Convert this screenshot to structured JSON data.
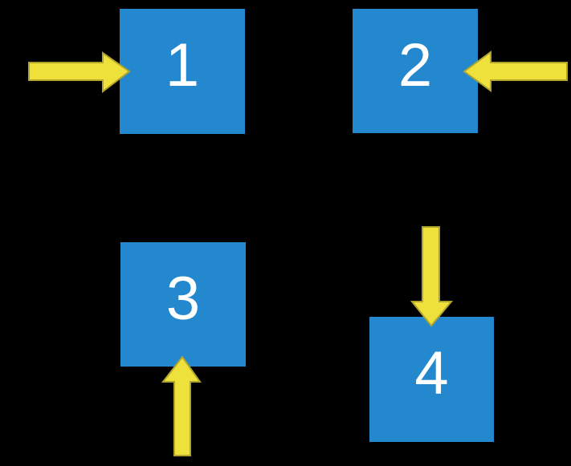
{
  "background_color": "#000000",
  "colors": {
    "box_fill": "#2388CE",
    "box_text": "#FFFFFF",
    "arrow_fill": "#EFE13C",
    "arrow_stroke": "#B2A52C"
  },
  "boxes": [
    {
      "label": "1",
      "arrow_direction": "right"
    },
    {
      "label": "2",
      "arrow_direction": "left"
    },
    {
      "label": "3",
      "arrow_direction": "up"
    },
    {
      "label": "4",
      "arrow_direction": "down"
    }
  ]
}
